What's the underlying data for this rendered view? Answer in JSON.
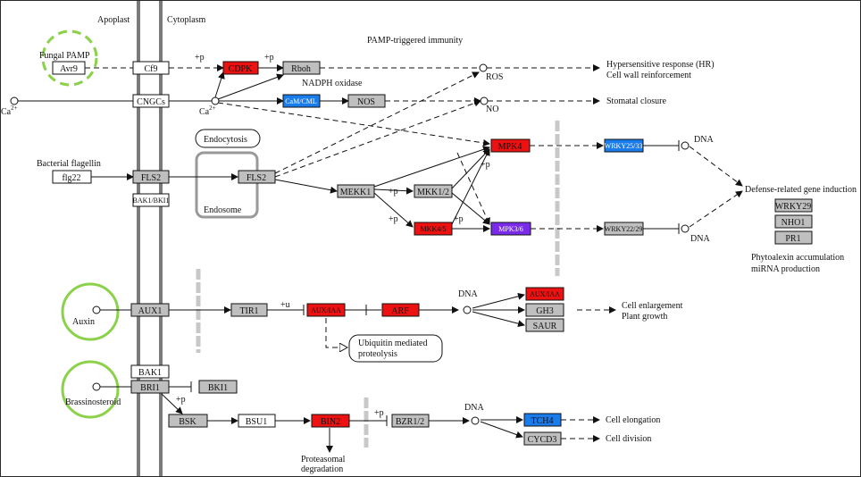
{
  "compartments": {
    "apoplast": "Apoplast",
    "cytoplasm": "Cytoplasm"
  },
  "colors": {
    "red": "#ee1111",
    "gray": "#bfbfbf",
    "blue": "#1a7bea",
    "purple": "#7a2bea",
    "white": "#ffffff",
    "highlight_ring": "#8bd14a",
    "membrane": "#7a7a7a",
    "separator": "#c8c8c8"
  },
  "labels": {
    "fungal_pamp": "Fungal PAMP",
    "pamp_immunity": "PAMP-triggered immunity",
    "nadph_oxidase": "NADPH oxidase",
    "ca2_left": "Ca",
    "ca2_mid": "Ca",
    "ca_sup": "2+",
    "ros": "ROS",
    "no": "NO",
    "hr": "Hypersensitive response (HR)",
    "cell_wall": "Cell wall reinforcement",
    "stomatal": "Stomatal closure",
    "endocytosis": "Endocytosis",
    "endosome": "Endosome",
    "bacterial_flagellin": "Bacterial flagellin",
    "dna1": "DNA",
    "dna2": "DNA",
    "dna3": "DNA",
    "dna4": "DNA",
    "defense": "Defense-related gene induction",
    "phytoalexin": "Phytoalexin accumulation",
    "mirna": "miRNA production",
    "auxin": "Auxin",
    "ubiquitin1": "Ubiquitin mediated",
    "ubiquitin2": "proteolysis",
    "cell_enlargement": "Cell enlargement",
    "plant_growth": "Plant growth",
    "brassinosteroid": "Brassinosteroid",
    "proteasomal1": "Proteasomal",
    "proteasomal2": "degradation",
    "cell_elongation": "Cell elongation",
    "cell_division": "Cell division",
    "p": "+p",
    "u": "+u"
  },
  "nodes": {
    "avr9": "Avr9",
    "cf9": "Cf9",
    "cdpk": "CDPK",
    "rboh": "Rboh",
    "cngcs": "CNGCs",
    "camcml": "CaM/CML",
    "nos": "NOS",
    "mpk4": "MPK4",
    "wrky2533": "WRKY25/33",
    "flg22": "flg22",
    "fls2_mem": "FLS2",
    "bak1_bki": "BAK1/BKI1",
    "fls2_endo": "FLS2",
    "mekk1": "MEKK1",
    "mkk12": "MKK1/2",
    "mkk45": "MKK4/5",
    "mpk36": "MPK3/6",
    "wrky2229": "WRKY22/29",
    "wrky29": "WRKY29",
    "nho1": "NHO1",
    "pr1": "PR1",
    "aux1": "AUX1",
    "tir1": "TIR1",
    "auxiaa_mid": "AUX/IAA",
    "arf": "ARF",
    "auxiaa_out": "AUX/IAA",
    "gh3": "GH3",
    "saur": "SAUR",
    "bak1": "BAK1",
    "bri1": "BRI1",
    "bki1": "BKI1",
    "bsk": "BSK",
    "bsu1": "BSU1",
    "bin2": "BIN2",
    "bzr12": "BZR1/2",
    "tch4": "TCH4",
    "cycd3": "CYCD3"
  }
}
